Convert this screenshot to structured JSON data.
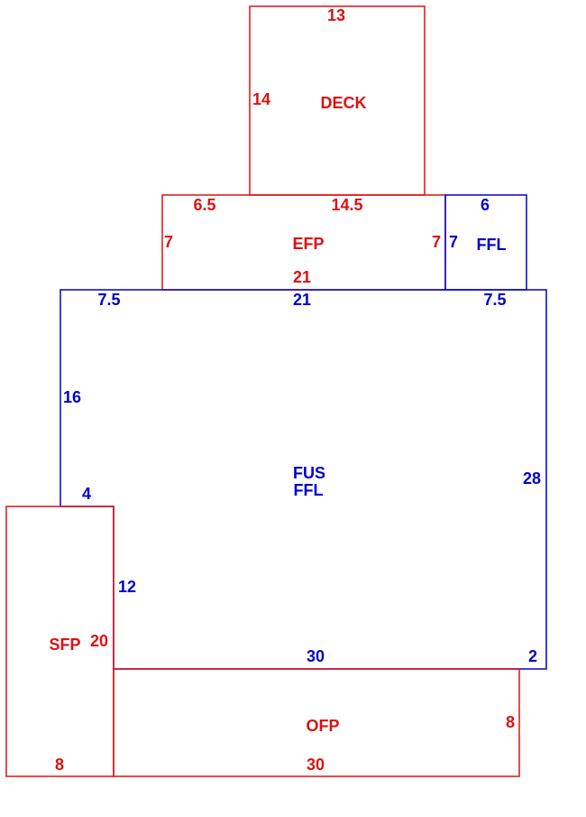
{
  "colors": {
    "red": "#dd1111",
    "blue": "#0000cc"
  },
  "deck": {
    "label": "DECK",
    "top": "13",
    "left": "14"
  },
  "efp": {
    "label": "EFP",
    "top_left": "6.5",
    "top_right": "14.5",
    "left": "7",
    "right": "7",
    "bottom": "21"
  },
  "ffl_small": {
    "label": "FFL",
    "top": "6",
    "left": "7"
  },
  "fus": {
    "label_line1": "FUS",
    "label_line2": "FFL",
    "top_left": "7.5",
    "top_middle": "21",
    "top_right": "7.5",
    "left_upper": "16",
    "step": "4",
    "left_lower": "12",
    "right": "28",
    "bottom": "30",
    "bottom_right": "2"
  },
  "sfp": {
    "label": "SFP",
    "right": "20",
    "bottom": "8"
  },
  "ofp": {
    "label": "OFP",
    "right": "8",
    "bottom": "30"
  }
}
